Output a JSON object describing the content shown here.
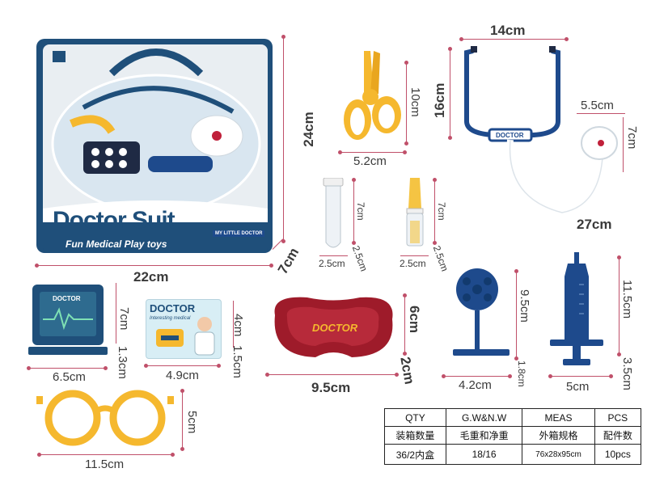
{
  "box": {
    "brand_title": "Doctor Suit",
    "tagline": "Fun Medical Play toys",
    "badge": "MY LITTLE DOCTOR"
  },
  "stethoscope_label": "DOCTOR",
  "card": {
    "title": "DOCTOR",
    "subtitle": "Interesting medical"
  },
  "tray_label": "DOCTOR",
  "monitor_label": "DOCTOR",
  "dimensions": {
    "box_height": "24cm",
    "box_width": "22cm",
    "box_depth": "7cm",
    "scissors_width": "5.2cm",
    "scissors_height": "10cm",
    "steth_width": "14cm",
    "steth_height": "16cm",
    "chest_width": "5.5cm",
    "chest_height": "7cm",
    "tube_length": "27cm",
    "tube1_height": "7cm",
    "tube1_w": "2.5cm",
    "tube1_d": "2.5cm",
    "bottle_height": "7cm",
    "bottle_w": "2.5cm",
    "bottle_d": "2.5cm",
    "monitor_height": "7cm",
    "monitor_width": "6.5cm",
    "monitor_depth": "1.3cm",
    "card_height": "4cm",
    "card_width": "4.9cm",
    "card_depth": "1.5cm",
    "tray_width": "9.5cm",
    "tray_height": "6cm",
    "tray_depth": "2cm",
    "mirror_height": "9.5cm",
    "mirror_width": "4.2cm",
    "mirror_depth": "1.8cm",
    "syringe_height": "11.5cm",
    "syringe_width": "5cm",
    "syringe_depth": "3.5cm",
    "glasses_width": "11.5cm",
    "glasses_height": "5cm"
  },
  "spec_table": {
    "headers": [
      "QTY",
      "G.W&N.W",
      "MEAS",
      "PCS"
    ],
    "headers_cn": [
      "装箱数量",
      "毛重和净重",
      "外箱规格",
      "配件数"
    ],
    "values": [
      "36/2内盒",
      "18/16",
      "76x28x95cm",
      "10pcs"
    ]
  },
  "colors": {
    "navy": "#1f4f7a",
    "dark_blue": "#1e4a8c",
    "yellow": "#f5b82e",
    "red_tray": "#9e1b2a",
    "dim_line": "#c0506a"
  }
}
